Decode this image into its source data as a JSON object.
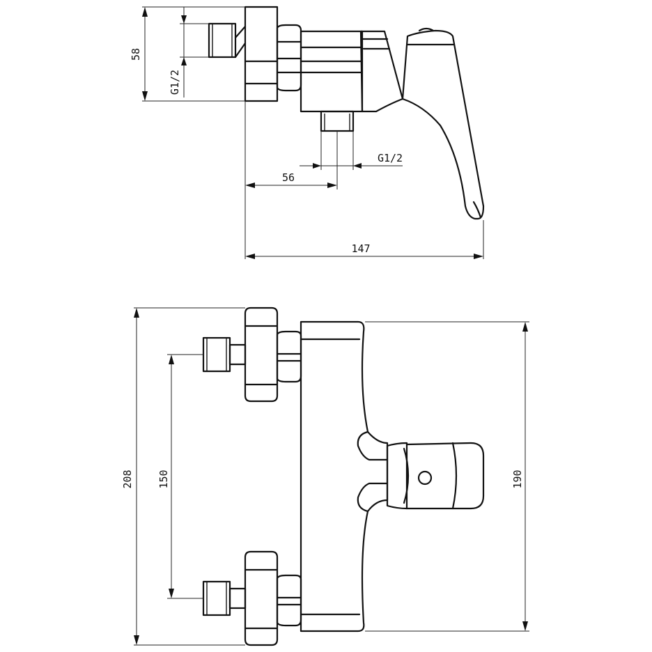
{
  "side_view": {
    "dim_inlet_height": "58",
    "thread_inlet": "G1/2",
    "thread_outlet": "G1/2",
    "dim_outlet_offset": "56",
    "dim_total_depth": "147"
  },
  "front_view": {
    "dim_total_height": "208",
    "dim_inlet_spacing": "150",
    "dim_body_height": "190"
  }
}
